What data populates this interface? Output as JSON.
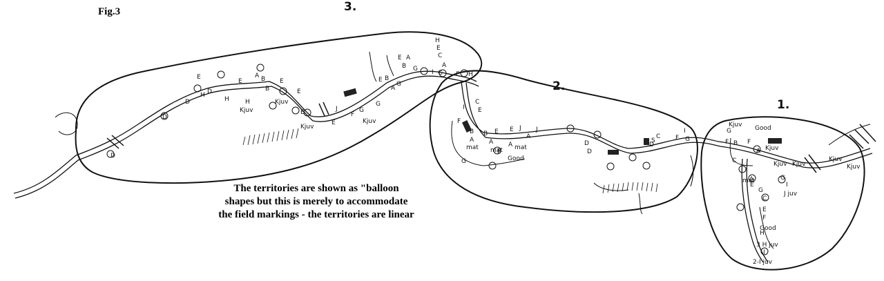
{
  "figure": {
    "title": "Fig.3",
    "caption_lines": [
      "The territories are shown as \"balloon",
      "shapes but this is merely to accommodate",
      "the field markings - the territories are linear"
    ]
  },
  "territories": [
    {
      "number": "3."
    },
    {
      "number": "2."
    },
    {
      "number": "1."
    }
  ],
  "annotations": {
    "good": "Good",
    "kjuv": "Kjuv",
    "mat": "mat",
    "t1_h_juv": "3 H juv",
    "t1_i_juv": "2-I juv",
    "t1_j_juv": "J juv",
    "t2_s": "S",
    "t2_d": "D"
  },
  "colors": {
    "ink": "#111111",
    "background": "#ffffff"
  }
}
